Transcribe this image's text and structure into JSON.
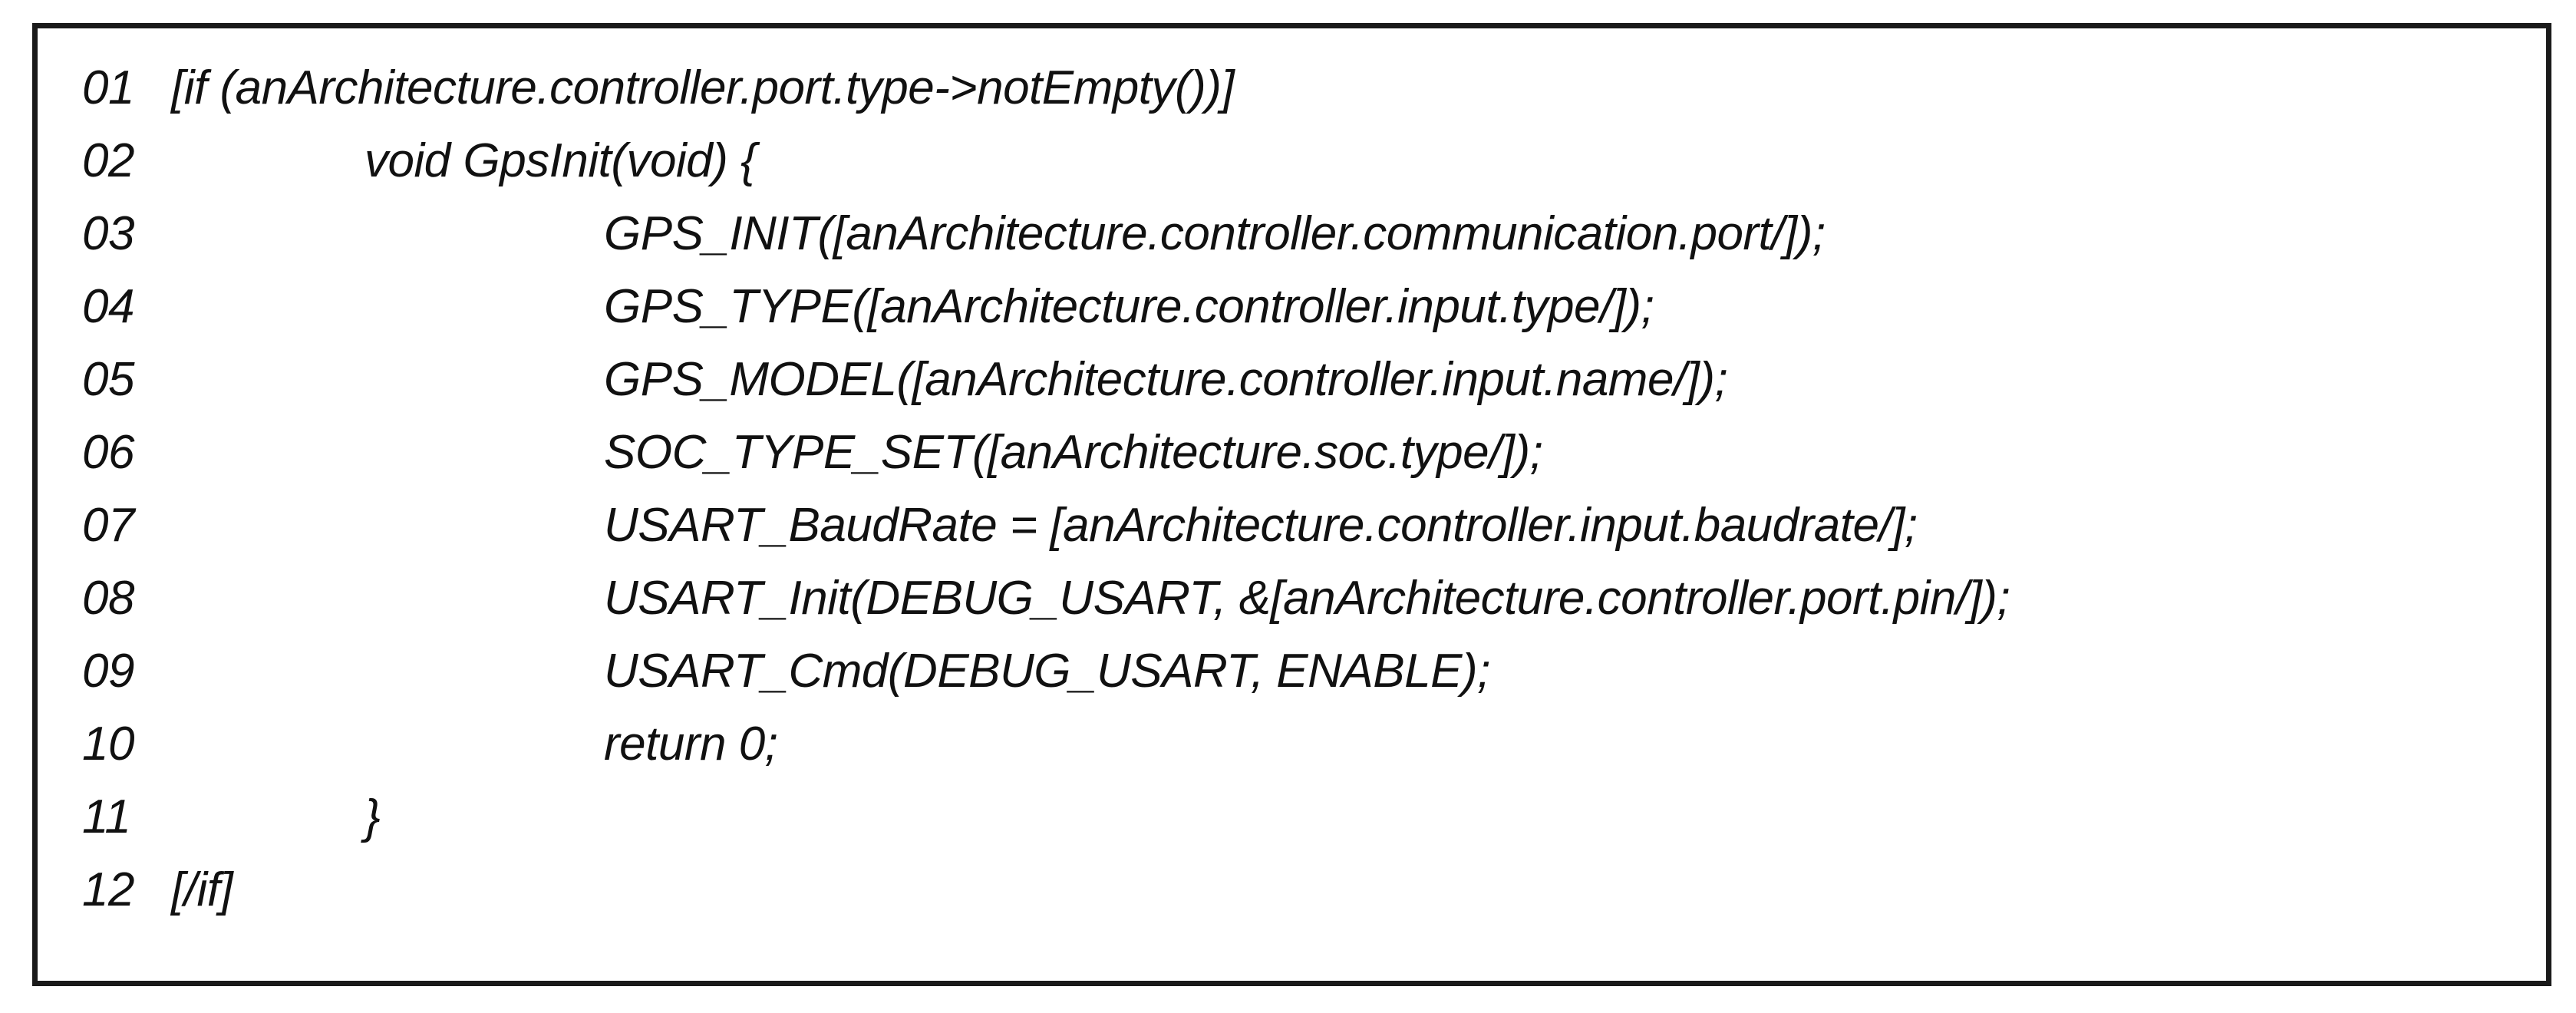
{
  "figure": {
    "kind": "code-listing",
    "border_color": "#1a1a1a",
    "background_color": "#ffffff",
    "text_color": "#111111"
  },
  "code": {
    "lines": [
      {
        "number": "01",
        "text": "[if (anArchitecture.controller.port.type->notEmpty())]",
        "indent": 0
      },
      {
        "number": "02",
        "text": "void GpsInit(void) {",
        "indent": 1
      },
      {
        "number": "03",
        "text": "GPS_INIT([anArchitecture.controller.communication.port/]);",
        "indent": 2
      },
      {
        "number": "04",
        "text": "GPS_TYPE([anArchitecture.controller.input.type/]);",
        "indent": 2
      },
      {
        "number": "05",
        "text": "GPS_MODEL([anArchitecture.controller.input.name/]);",
        "indent": 2
      },
      {
        "number": "06",
        "text": "SOC_TYPE_SET([anArchitecture.soc.type/]);",
        "indent": 2
      },
      {
        "number": "07",
        "text": "USART_BaudRate = [anArchitecture.controller.input.baudrate/];",
        "indent": 2
      },
      {
        "number": "08",
        "text": "USART_Init(DEBUG_USART, &[anArchitecture.controller.port.pin/]);",
        "indent": 2
      },
      {
        "number": "09",
        "text": "USART_Cmd(DEBUG_USART, ENABLE);",
        "indent": 2
      },
      {
        "number": "10",
        "text": "return 0;",
        "indent": 2
      },
      {
        "number": "11",
        "text": "}",
        "indent": 1
      },
      {
        "number": "12",
        "text": "[/if]",
        "indent": 0
      }
    ]
  }
}
